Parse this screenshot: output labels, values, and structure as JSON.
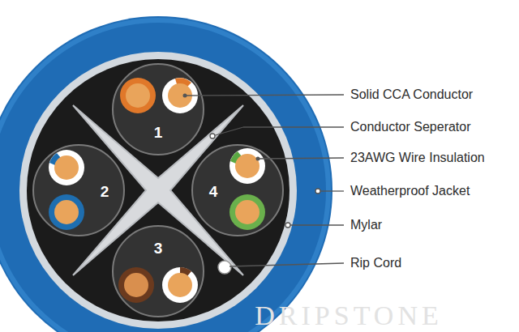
{
  "diagram": {
    "labels": [
      "Solid CCA Conductor",
      "Conductor Seperator",
      "23AWG Wire Insulation",
      "Weatherproof Jacket",
      "Mylar",
      "Rip Cord",
      "1",
      "2",
      "3",
      "4",
      "DRIPSTONE"
    ]
  }
}
